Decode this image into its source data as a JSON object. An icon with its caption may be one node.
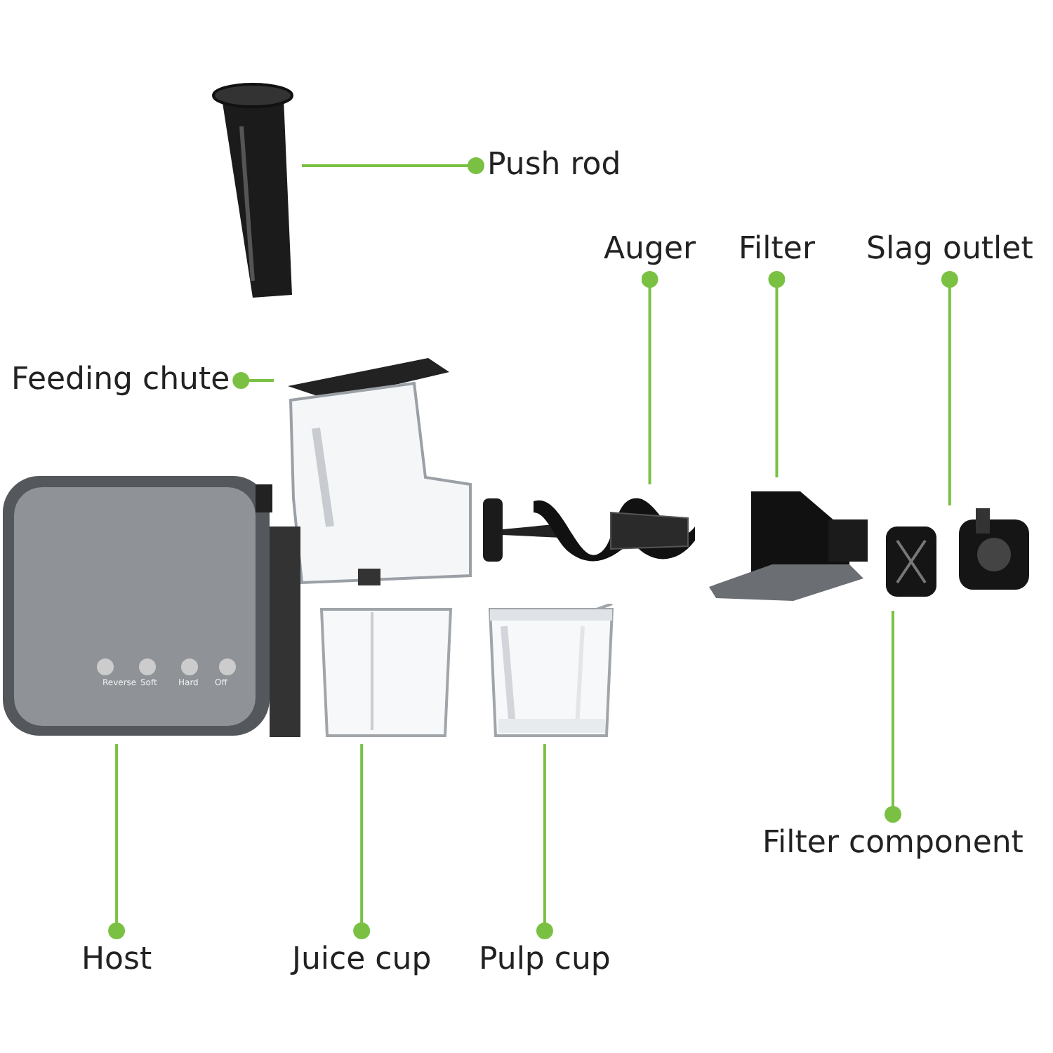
{
  "diagram": {
    "nodes": [
      {
        "text": [
          "Push rod"
        ]
      },
      {
        "text": [],
        "shape": "picture"
      },
      {
        "text": [
          "Auger"
        ]
      },
      {
        "text": [],
        "shape": "picture"
      },
      {
        "text": [
          "Filter"
        ]
      },
      {
        "text": [],
        "shape": "picture"
      },
      {
        "text": [
          "Slag outlet"
        ]
      },
      {
        "text": [],
        "shape": "picture"
      },
      {
        "text": [
          "Feeding chute"
        ]
      },
      {
        "text": [],
        "shape": "picture"
      },
      {
        "text": [
          "Filter component"
        ]
      },
      {
        "text": [],
        "shape": "picture"
      },
      {
        "text": [
          "Host"
        ]
      },
      {
        "text": [],
        "shape": "picture"
      },
      {
        "text": [
          "Juice cup"
        ]
      },
      {
        "text": [],
        "shape": "picture"
      },
      {
        "text": [
          "Pulp cup"
        ]
      },
      {
        "text": [],
        "shape": "picture"
      }
    ],
    "edges": [
      {
        "from": 0,
        "to": 1,
        "arrow": "other"
      },
      {
        "from": 2,
        "to": 3,
        "arrow": "other"
      },
      {
        "from": 4,
        "to": 5,
        "arrow": "other"
      },
      {
        "from": 6,
        "to": 7,
        "arrow": "other"
      },
      {
        "from": 8,
        "to": 9,
        "arrow": "other"
      },
      {
        "from": 10,
        "to": 11,
        "arrow": "other"
      },
      {
        "from": 12,
        "to": 13,
        "arrow": "other"
      },
      {
        "from": 14,
        "to": 15,
        "arrow": "other"
      },
      {
        "from": 16,
        "to": 17,
        "arrow": "other"
      }
    ],
    "labels": [
      "Reverse",
      "Soft",
      "Hard",
      "Off"
    ]
  }
}
